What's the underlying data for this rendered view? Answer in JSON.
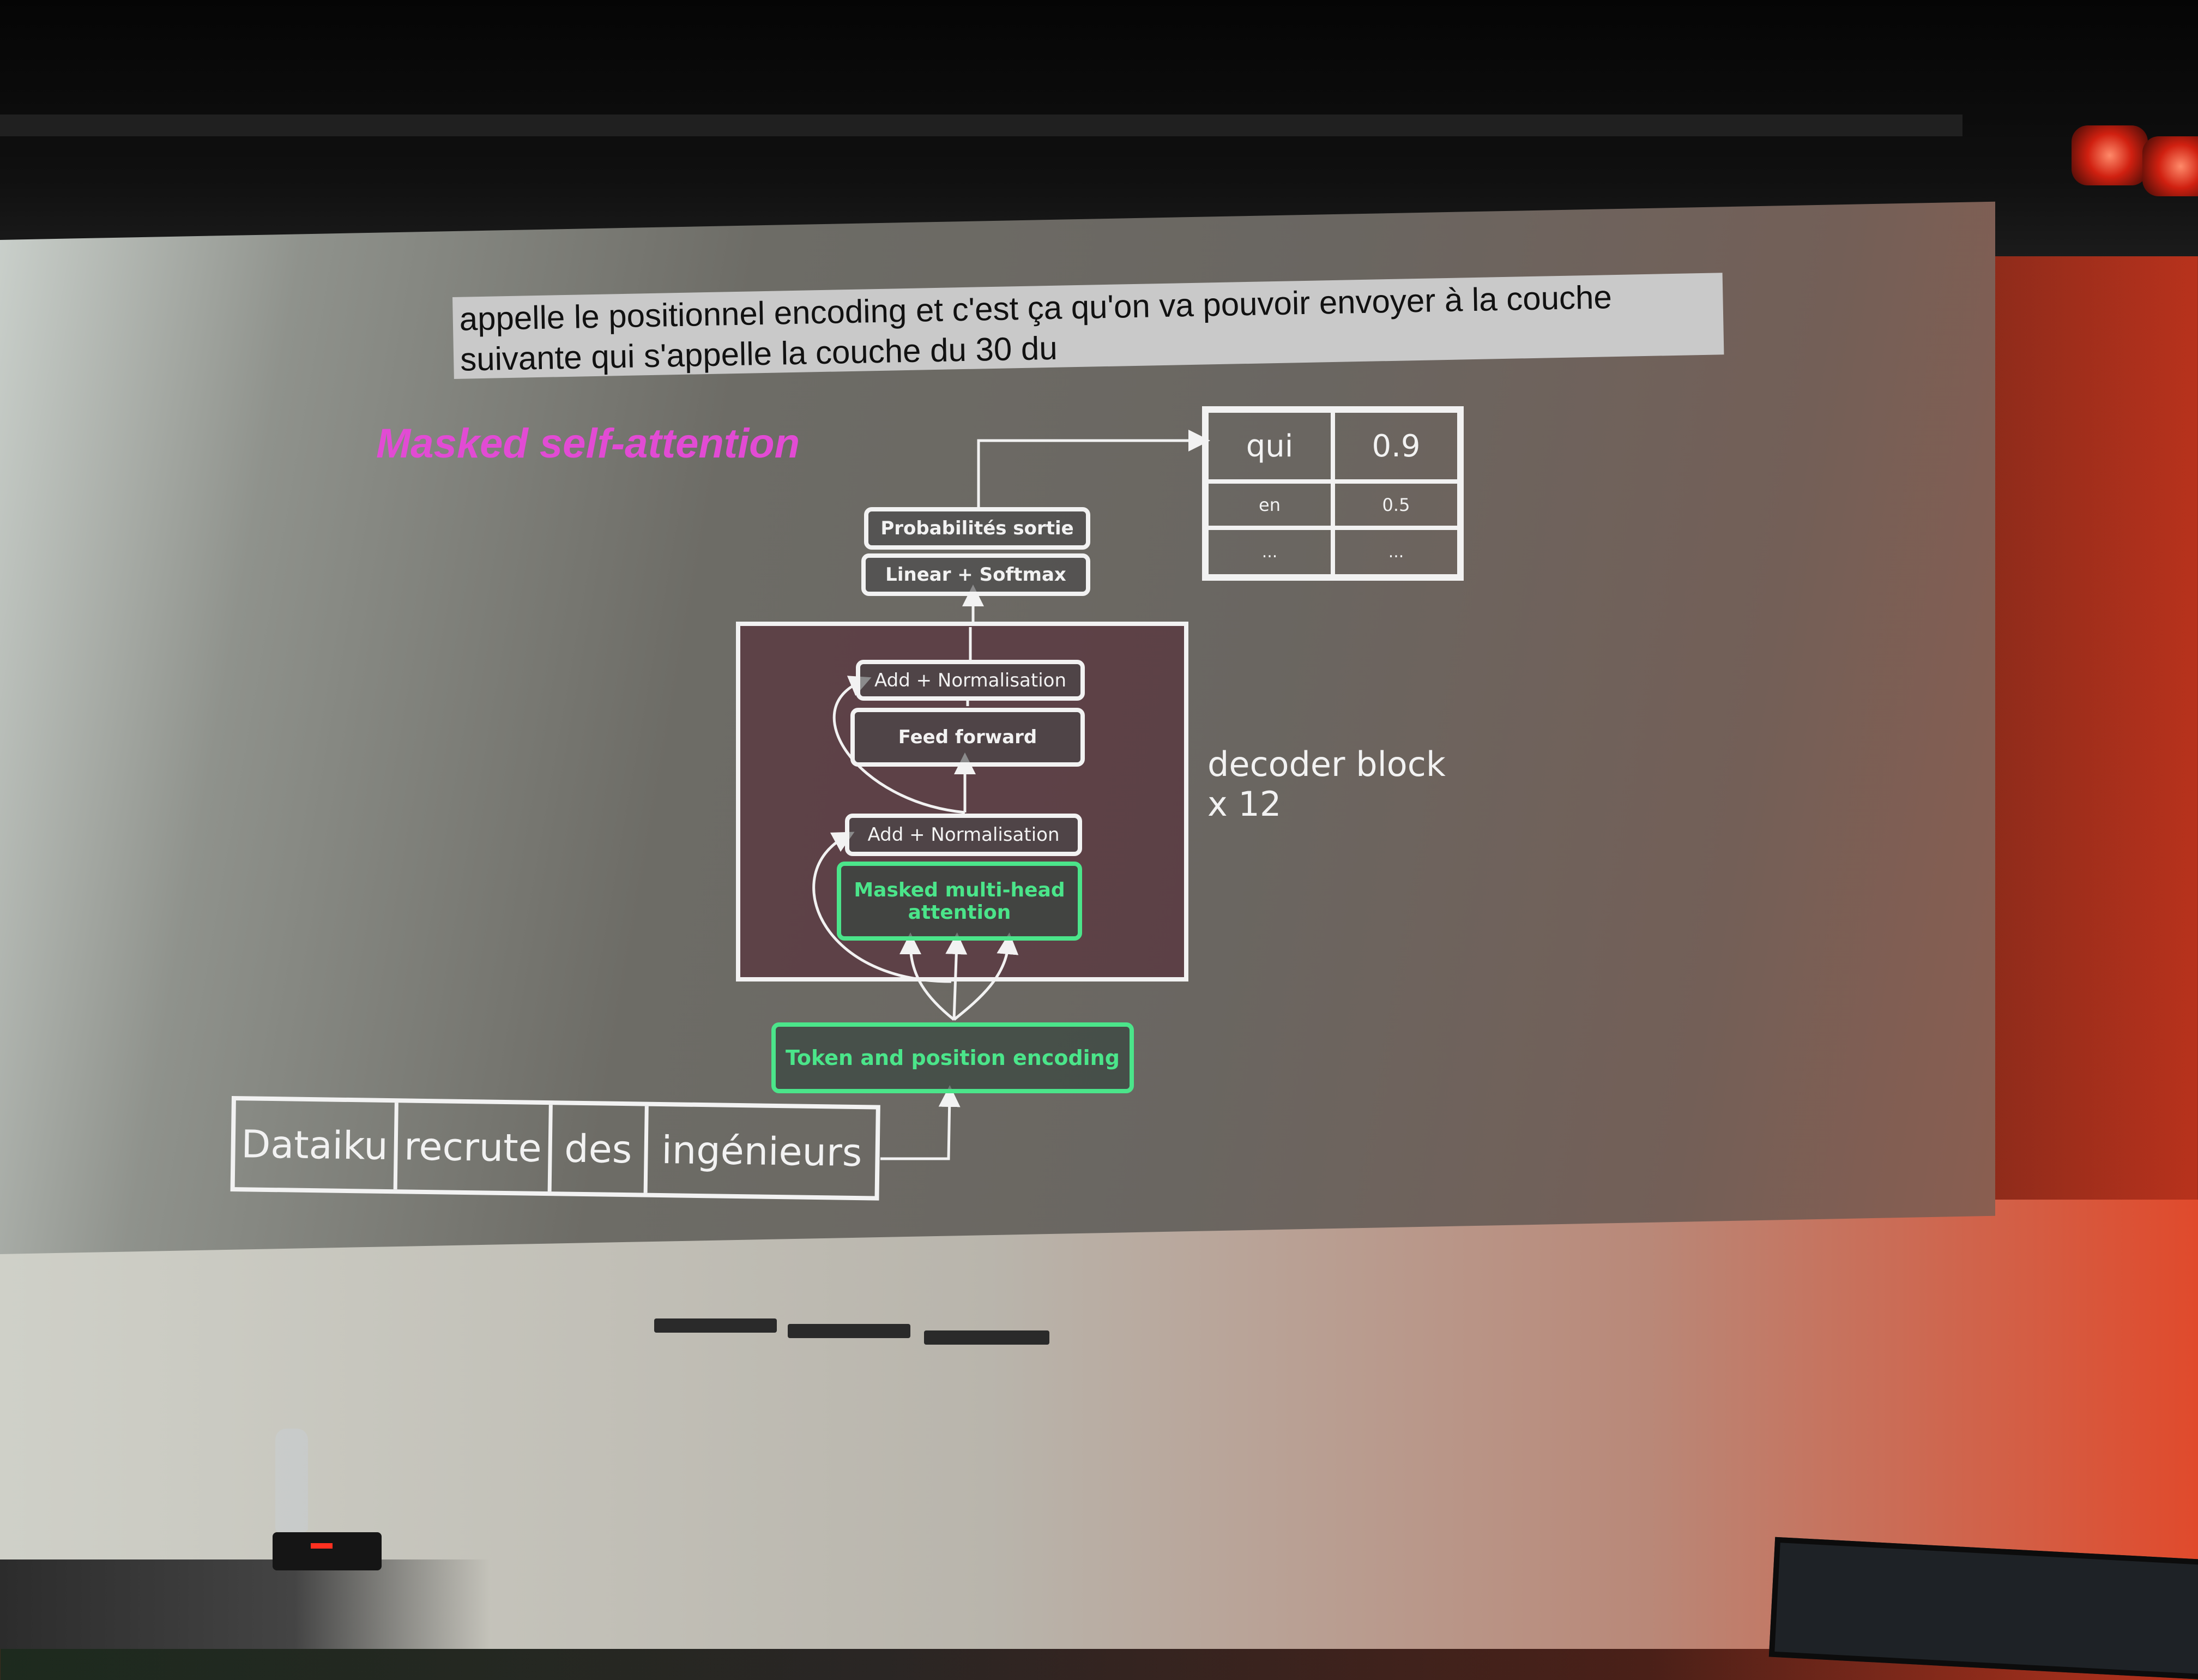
{
  "subtitle": {
    "line1": "appelle le positionnel encoding et c'est ça qu'on va pouvoir envoyer à la couche",
    "line2": "suivante qui s'appelle la couche du 30 du"
  },
  "slide": {
    "title": "Masked self-attention",
    "boxes": {
      "probabilites": "Probabilités sortie",
      "linear_softmax": "Linear + Softmax",
      "add_norm_top": "Add + Normalisation",
      "feed_forward": "Feed forward",
      "add_norm_bottom": "Add + Normalisation",
      "masked_mha_line1": "Masked multi-head",
      "masked_mha_line2": "attention",
      "token_position": "Token and position encoding"
    },
    "decoder_label_line1": "decoder block",
    "decoder_label_line2": "x 12",
    "prob_table": [
      [
        "qui",
        "0.9"
      ],
      [
        "en",
        "0.5"
      ],
      [
        "...",
        "..."
      ]
    ],
    "tokens": [
      "Dataiku",
      "recrute",
      "des",
      "ingénieurs"
    ]
  },
  "colors": {
    "title": "#e24bd4",
    "green_box": "#4be58a",
    "box_border": "#f2f2f2",
    "decoder_fill": "#58343e"
  }
}
